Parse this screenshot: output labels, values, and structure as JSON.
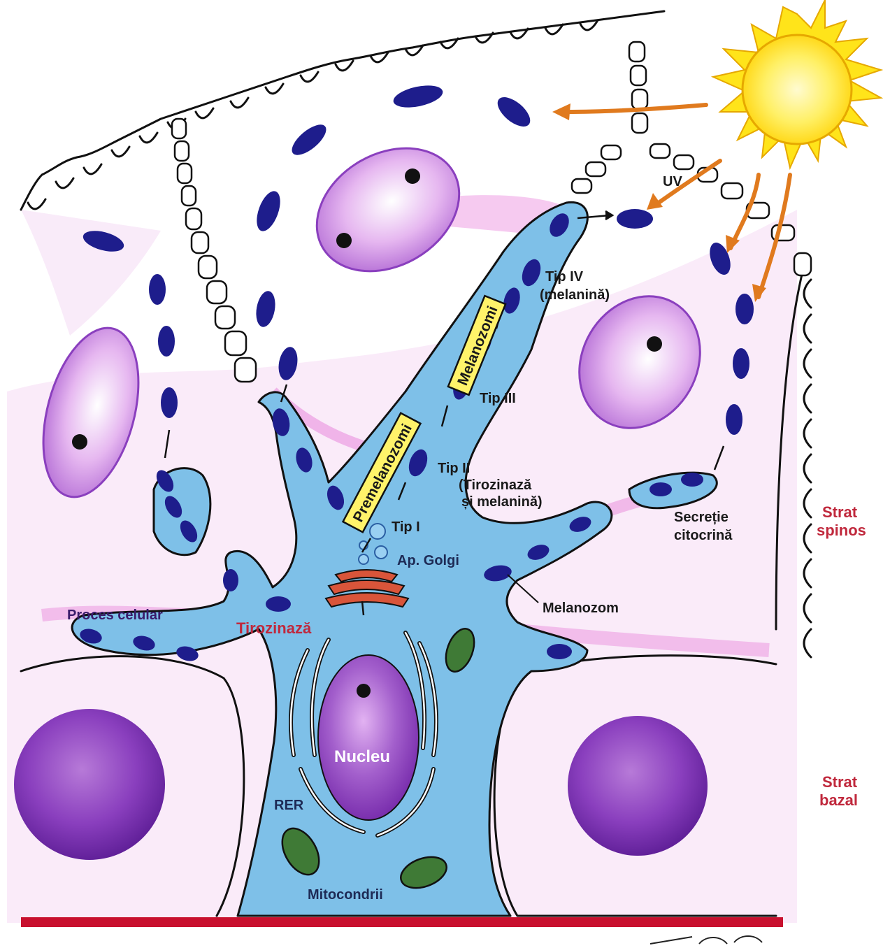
{
  "colors": {
    "cytoplasm": "#7ec0e8",
    "cytoplasm_edge": "#5fa6d8",
    "keratinocyte_pink": "#f1c6ee",
    "nucleus_purple": "#9a52c4",
    "melanin": "#1e1d8c",
    "golgi": "#d9553a",
    "mitochondria": "#3f7a36",
    "basement_membrane": "#c8102e",
    "sun": "#ffe41a",
    "uv_ray": "#e07a1e",
    "label_red": "#c0283c",
    "box_yellow": "#fff36a"
  },
  "icons": [
    "sun-icon",
    "uv-ray-arrow",
    "melanosome",
    "keratinocyte",
    "melanocyte"
  ],
  "labels": {
    "uv": "UV",
    "tip4": "Tip IV",
    "tip4_note": "(melanină)",
    "tip3": "Tip III",
    "tip2": "Tip II",
    "tip2_note_1": "(Tirozinază",
    "tip2_note_2": "și melanină)",
    "tip1": "Tip I",
    "melanozomi": "Melanozomi",
    "premelanozomi": "Premelanozomi",
    "golgi": "Ap. Golgi",
    "melanozom": "Melanozom",
    "secretie_1": "Secreție",
    "secretie_2": "citocrină",
    "proces": "Proces celular",
    "tirozinaza": "Tirozinază",
    "nucleu": "Nucleu",
    "rer": "RER",
    "mitocondrii": "Mitocondrii",
    "strat_spinos_1": "Strat",
    "strat_spinos_2": "spinos",
    "strat_bazal_1": "Strat",
    "strat_bazal_2": "bazal"
  }
}
